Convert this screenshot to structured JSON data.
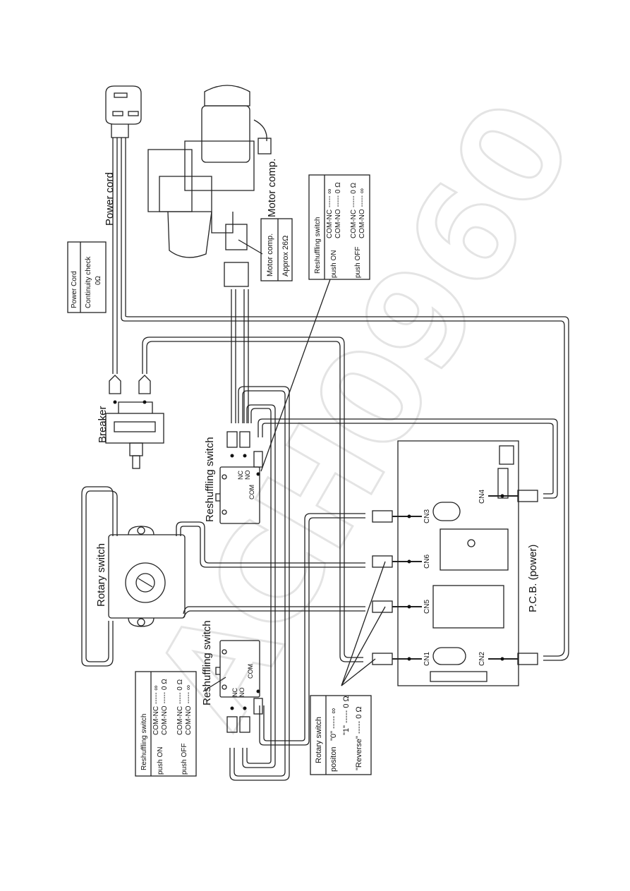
{
  "watermark": "ACH0960",
  "labels": {
    "power_cord": "Power cord",
    "motor_comp": "Motor comp.",
    "breaker": "Breaker",
    "reshuffling_switch_top": "Reshuffling switch",
    "reshuffling_switch_bottom": "Reshuffling switch",
    "rotary_switch": "Rotary switch",
    "pcb": "P.C.B. (power)",
    "cn1": "CN1",
    "cn2": "CN2",
    "cn3": "CN3",
    "cn4": "CN4",
    "cn5": "CN5",
    "cn6": "CN6",
    "nc_top": "NC",
    "no_top": "NO",
    "com_top": "COM",
    "nc_bottom": "NC",
    "no_bottom": "NO",
    "com_bottom": "COM"
  },
  "power_cord_table": {
    "title": "Power Cord",
    "row1": "Continuity check",
    "row2": "0Ω"
  },
  "motor_table": {
    "title": "Motor comp.",
    "value": "Approx 26Ω"
  },
  "reshuffle_table_top": {
    "title": "Reshuffling switch",
    "on_label": "push ON",
    "on_1": "COM-NC ----- ∞",
    "on_2": "COM-NO ----- 0 Ω",
    "off_label": "push OFF",
    "off_1": "COM-NC ----- 0 Ω",
    "off_2": "COM-NO ----- ∞"
  },
  "reshuffle_table_bottom": {
    "title": "Reshuffling switch",
    "on_label": "push ON",
    "on_1": "COM-NC ----- ∞",
    "on_2": "COM-NO ----- 0 Ω",
    "off_label": "push OFF",
    "off_1": "COM-NC ----- 0 Ω",
    "off_2": "COM-NO ----- ∞"
  },
  "rotary_table": {
    "title": "Rotary switch",
    "col": "positon",
    "r1": "\"0\" ----- ∞",
    "r2": "\"1\" ----- 0 Ω",
    "r3": "\"Reverse\" ----- 0 Ω"
  }
}
